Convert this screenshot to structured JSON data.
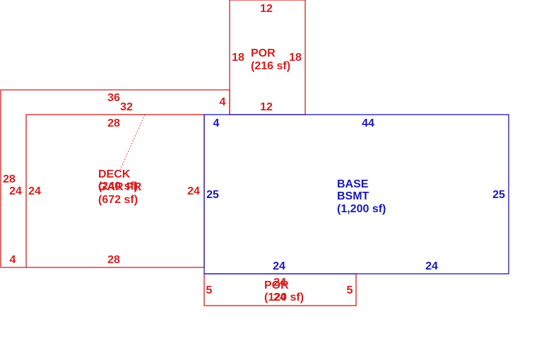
{
  "colors": {
    "red": "#d32020",
    "blue": "#1a1ab4",
    "background": "#ffffff"
  },
  "areas": {
    "porch_top": {
      "name": "POR",
      "area": "(216 sf)"
    },
    "deck": {
      "name": "DECK",
      "area": "(240 sf)"
    },
    "garage": {
      "name": "GAR FR",
      "area": "(672 sf)"
    },
    "base": {
      "name": "BASE",
      "name2": "BSMT",
      "area": "(1,200 sf)"
    },
    "porch_bot": {
      "name": "POR",
      "area": "(120 sf)"
    }
  },
  "dimensions": {
    "porch_top": {
      "top": "12",
      "left": "18",
      "right": "18",
      "bottom": "12"
    },
    "deck": {
      "top": "36",
      "diag": "32",
      "left": "28",
      "right_top": "4",
      "bottom_left": "4"
    },
    "garage": {
      "top": "28",
      "left": "24",
      "outer_left": "24",
      "right": "24",
      "bottom": "28"
    },
    "base": {
      "top_left": "4",
      "top": "44",
      "left": "25",
      "right": "25",
      "bottom_left": "24",
      "bottom_right": "24"
    },
    "porch_bot": {
      "top": "24",
      "left": "5",
      "right": "5",
      "mid": "24"
    }
  }
}
